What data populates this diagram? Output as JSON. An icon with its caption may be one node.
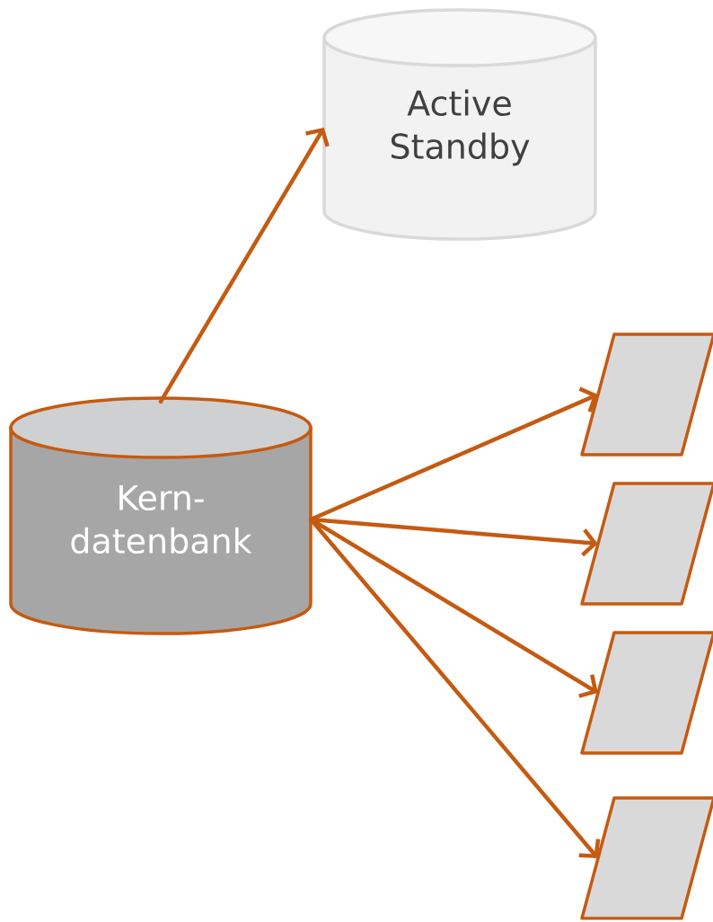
{
  "diagram": {
    "nodes": [
      {
        "text": [
          "Active Standby"
        ]
      },
      {
        "text": [
          "Kern- datenbank"
        ]
      },
      {
        "text": [],
        "shape": "parallelogram"
      },
      {
        "text": [],
        "shape": "parallelogram"
      },
      {
        "text": [],
        "shape": "parallelogram"
      },
      {
        "text": [],
        "shape": "parallelogram"
      }
    ],
    "edges": [
      {
        "from": 1,
        "to": 0,
        "arrow": "to",
        "color": "#c55a11"
      },
      {
        "from": 1,
        "to": 2,
        "arrow": "to",
        "color": "#c55a11"
      },
      {
        "from": 1,
        "to": 3,
        "arrow": "to",
        "color": "#c55a11"
      },
      {
        "from": 1,
        "to": 4,
        "arrow": "to",
        "color": "#c55a11"
      },
      {
        "from": 1,
        "to": 5,
        "arrow": "to",
        "color": "#c55a11"
      }
    ]
  }
}
